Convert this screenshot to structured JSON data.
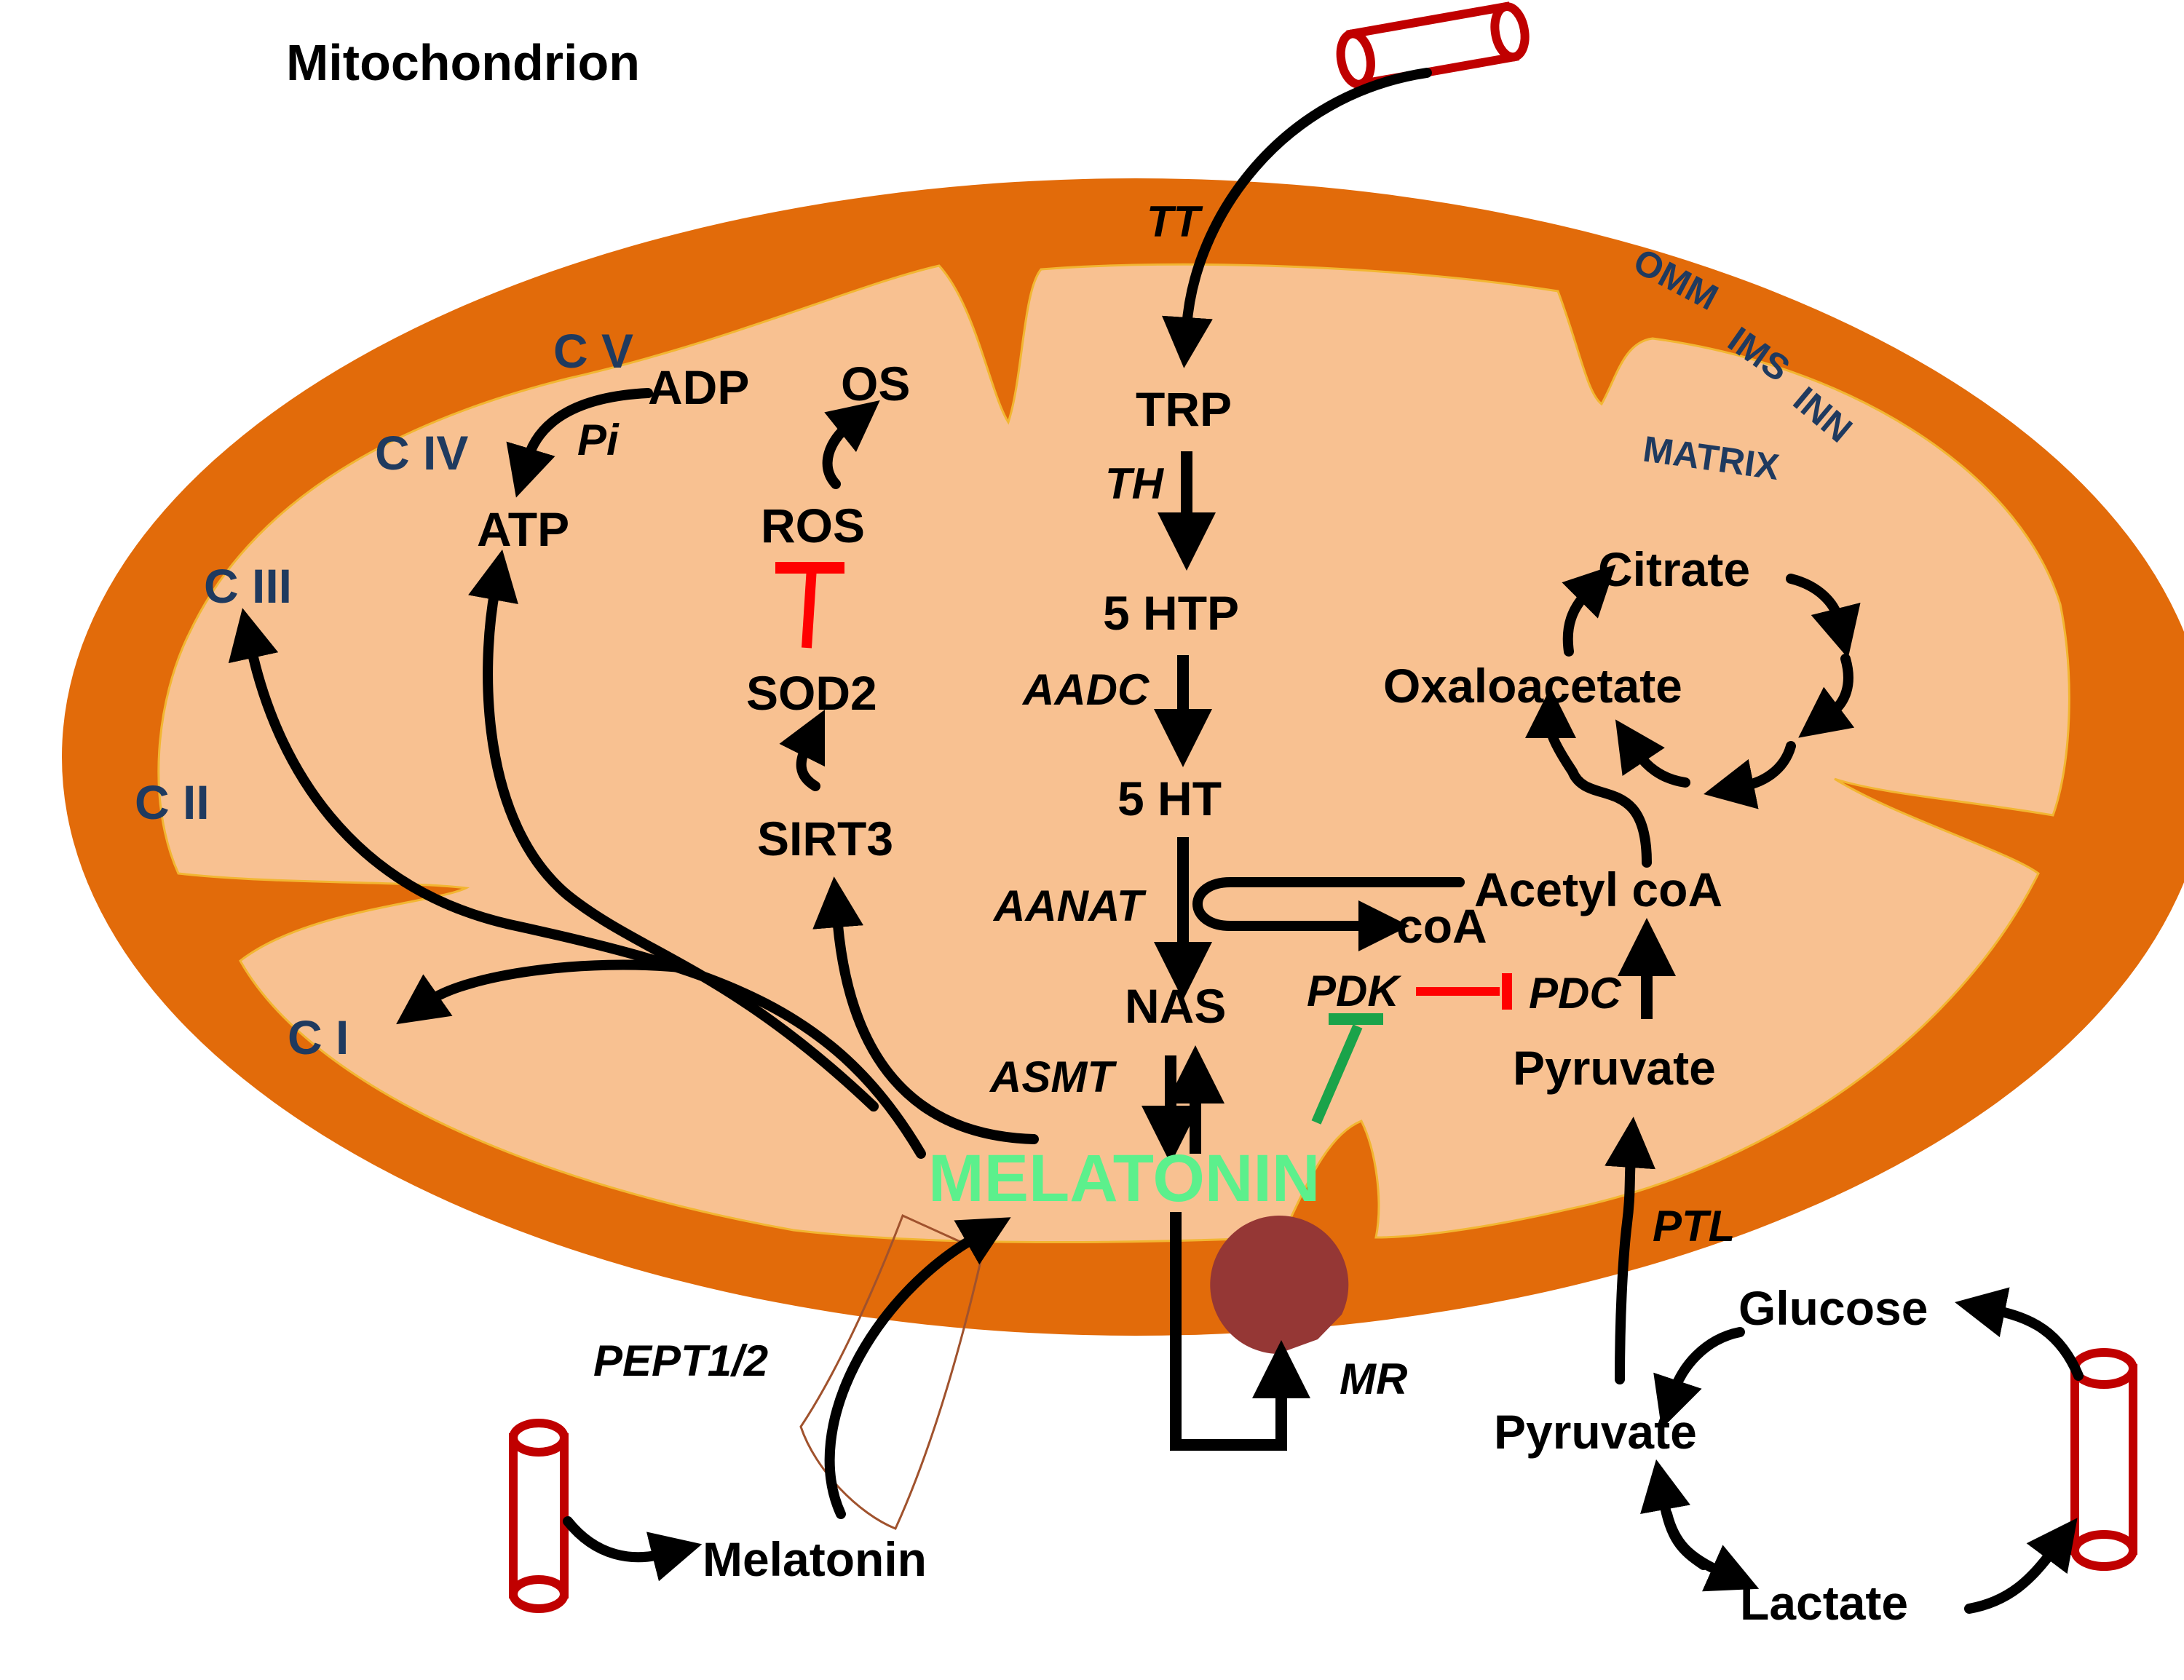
{
  "title": "Mitochondrion",
  "membranes": {
    "omm": "OMM",
    "ims": "IMS",
    "inn": "INN",
    "matrix": "MATRIX"
  },
  "complexes": {
    "c1": "C I",
    "c2": "C II",
    "c3": "C III",
    "c4": "C IV",
    "c5": "C V"
  },
  "metabolites": {
    "adp": "ADP",
    "pi": "Pi",
    "atp": "ATP",
    "os": "OS",
    "ros": "ROS",
    "sod2": "SOD2",
    "sirt3": "SIRT3",
    "trp": "TRP",
    "htp": "5 HTP",
    "ht": "5 HT",
    "nas": "NAS",
    "melatonin_inside": "MELATONIN",
    "melatonin_outside": "Melatonin",
    "acetyl_coa": "Acetyl coA",
    "coa": "coA",
    "citrate": "Citrate",
    "oxaloacetate": "Oxaloacetate",
    "pyruvate_inside": "Pyruvate",
    "pyruvate_outside": "Pyruvate",
    "glucose": "Glucose",
    "lactate": "Lactate"
  },
  "enzymes": {
    "tt": "TT",
    "th": "TH",
    "aadc": "AADC",
    "aanat": "AANAT",
    "asmt": "ASMT",
    "pdk": "PDK",
    "pdc": "PDC",
    "ptl": "PTL",
    "pept": "PEPT1/2",
    "mr": "MR"
  },
  "colors": {
    "outer_membrane": "#e26b0a",
    "matrix": "#f8c191",
    "melatonin": "#5cf08c",
    "inhibition": "#ff0000",
    "activation_block": "#1aa34a",
    "complex_label": "#1f3a5f",
    "vessel": "#c00000",
    "receptor": "#953735",
    "arrow": "#000000"
  }
}
